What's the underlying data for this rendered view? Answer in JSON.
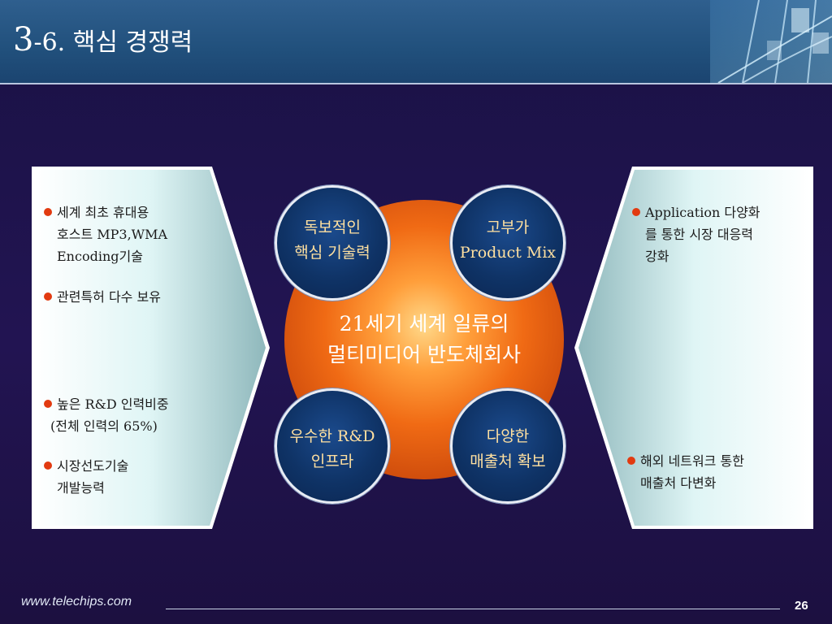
{
  "header": {
    "title_number": "3",
    "title_rest": "-6. 핵심 경쟁력"
  },
  "left_panel": {
    "bullet1": [
      "세계 최초 휴대용",
      "호스트 MP3,WMA",
      "Encoding기술"
    ],
    "bullet2": [
      "관련특허 다수 보유"
    ],
    "bullet3": [
      "높은 R&D 인력비중",
      "(전체 인력의 65%)"
    ],
    "bullet4": [
      "시장선도기술",
      "개발능력"
    ]
  },
  "right_panel": {
    "bullet1": [
      "Application 다양화",
      "를 통한 시장 대응력",
      "강화"
    ],
    "bullet2": [
      "해외 네트워크 통한",
      "매출처 다변화"
    ]
  },
  "center": {
    "line1": "21세기 세계 일류의",
    "line2": "멀티미디어 반도체회사"
  },
  "circles": {
    "top_left": [
      "독보적인",
      "핵심 기술력"
    ],
    "top_right": [
      "고부가",
      "Product Mix"
    ],
    "bottom_left": [
      "우수한 R&D",
      "인프라"
    ],
    "bottom_right": [
      "다양한",
      "매출처 확보"
    ]
  },
  "footer": {
    "url": "www.telechips.com",
    "page": "26"
  },
  "colors": {
    "bullet": "#e23a10",
    "circle_text": "#ffe0a0",
    "header": "#21507c"
  }
}
